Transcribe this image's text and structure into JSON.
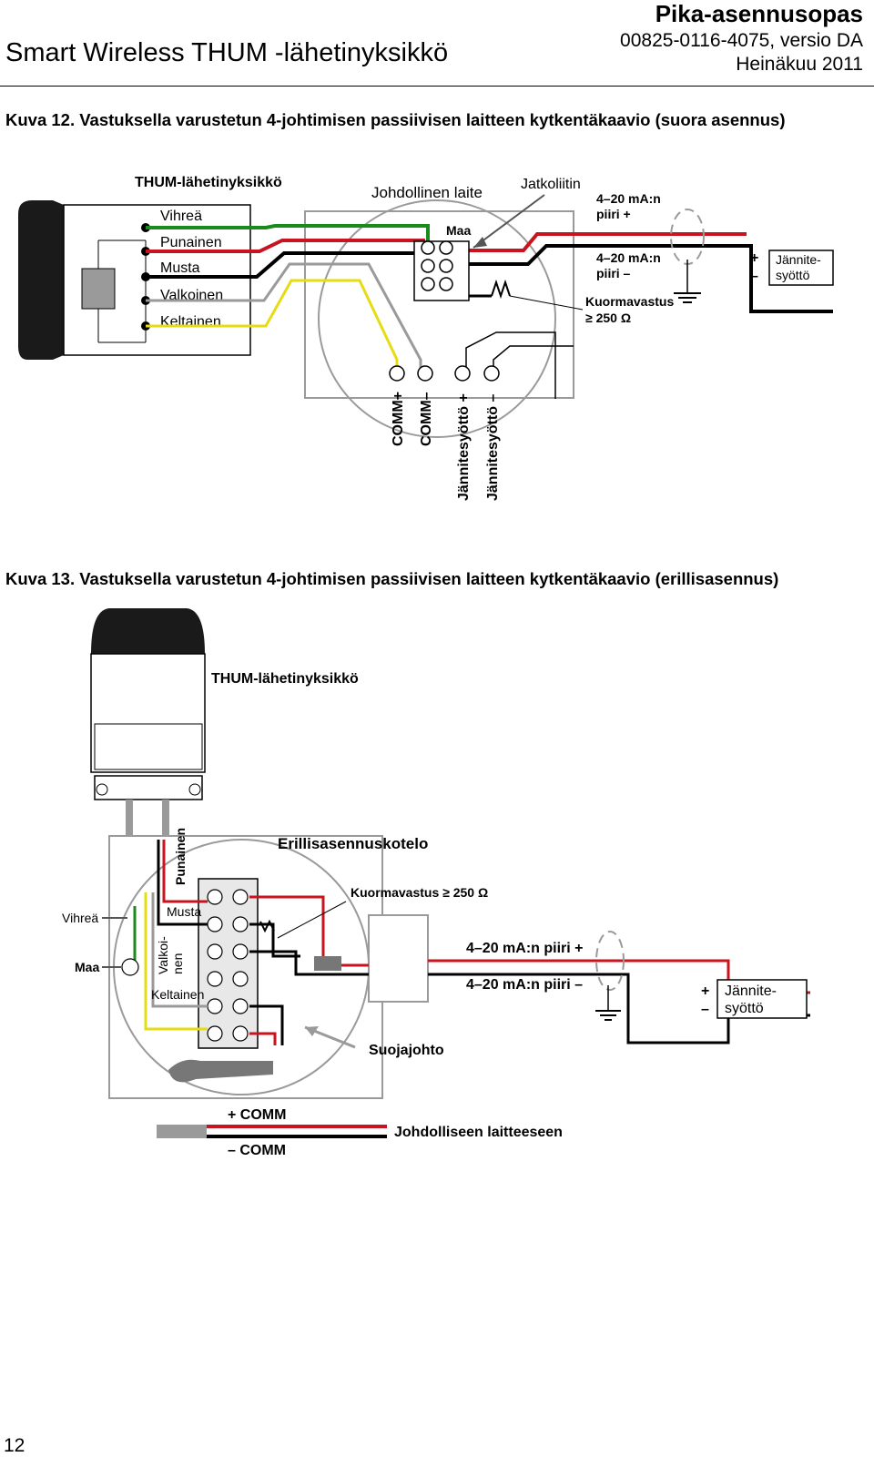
{
  "header": {
    "product_title": "Smart Wireless THUM -lähetinyksikkö",
    "guide_type": "Pika-asennusopas",
    "document_number": "00825-0116-4075, versio DA",
    "date": "Heinäkuu 2011"
  },
  "figure12": {
    "caption": "Kuva 12.  Vastuksella varustetun 4-johtimisen passiivisen laitteen kytkentäkaavio (suora asennus)",
    "thum_label": "THUM-lähetinyksikkö",
    "wires": [
      "Vihreä",
      "Punainen",
      "Musta",
      "Valkoinen",
      "Keltainen"
    ],
    "device_label": "Johdollinen laite",
    "ground_label": "Maa",
    "splice_label": "Jatkoliitin",
    "loop_plus": [
      "4–20 mA:n",
      "piiri +"
    ],
    "loop_minus": [
      "4–20 mA:n",
      "piiri –"
    ],
    "resistor": [
      "Kuormavastus",
      "≥ 250  Ω"
    ],
    "supply_plus": "+",
    "supply_minus": "–",
    "supply": [
      "Jännite-",
      "syöttö"
    ],
    "terminals": [
      "COMM+",
      "COMM–",
      "Jännitesyöttö +",
      "Jännitesyöttö –"
    ]
  },
  "figure13": {
    "caption": "Kuva 13.  Vastuksella varustetun 4-johtimisen passiivisen laitteen kytkentäkaavio (erillisasennus)",
    "thum_label": "THUM-lähetinyksikkö",
    "enclosure_label": "Erillisasennuskotelo",
    "red_wire": "Punainen",
    "black_wire": "Musta",
    "green_wire": "Vihreä",
    "ground": "Maa",
    "white_wire": [
      "Valkoi-",
      "nen"
    ],
    "yellow_wire": "Keltainen",
    "resistor": "Kuormavastus  ≥ 250  Ω",
    "loop_plus": "4–20 mA:n piiri +",
    "loop_minus": "4–20 mA:n piiri –",
    "supply_plus": "+",
    "supply_minus": "–",
    "supply": [
      "Jännite-",
      "syöttö"
    ],
    "shield": "Suojajohto",
    "comm_plus": "+ COMM",
    "comm_minus": "– COMM",
    "to_device": "Johdolliseen laitteeseen"
  },
  "page_number": "12",
  "colors": {
    "green_wire": "#1a8a1a",
    "red_wire": "#c8141e",
    "black_wire": "#000000",
    "white_wire": "#9a9a9a",
    "yellow_wire": "#e6dc14",
    "housing": "#1a1a1a",
    "enclosure_line": "#9a9a9a"
  }
}
